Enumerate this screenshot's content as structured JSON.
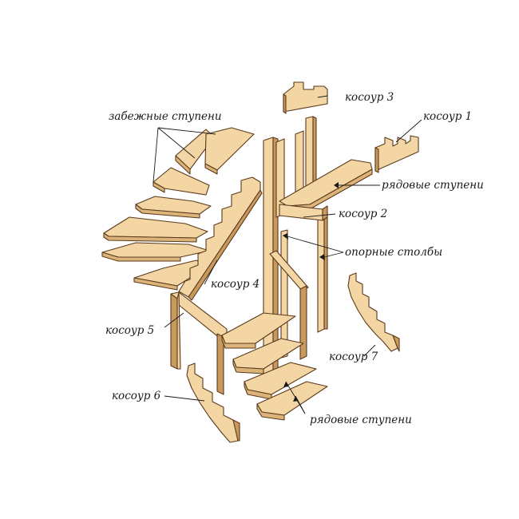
{
  "labels": {
    "winder_steps": "забежные ступени",
    "stringer_1": "косоур 1",
    "stringer_2": "косоур 2",
    "stringer_3": "косоур 3",
    "stringer_4": "косоур 4",
    "stringer_5": "косоур 5",
    "stringer_6": "косоур 6",
    "stringer_7": "косоур 7",
    "straight_steps_top": "рядовые ступени",
    "straight_steps_bottom": "рядовые ступени",
    "support_posts": "опорные столбы"
  },
  "colors": {
    "wood_light": "#f3d6a4",
    "wood_mid": "#dcb47a",
    "wood_shadow": "#c99a5e",
    "outline": "#5a3a1c",
    "text": "#1a1a1a"
  }
}
